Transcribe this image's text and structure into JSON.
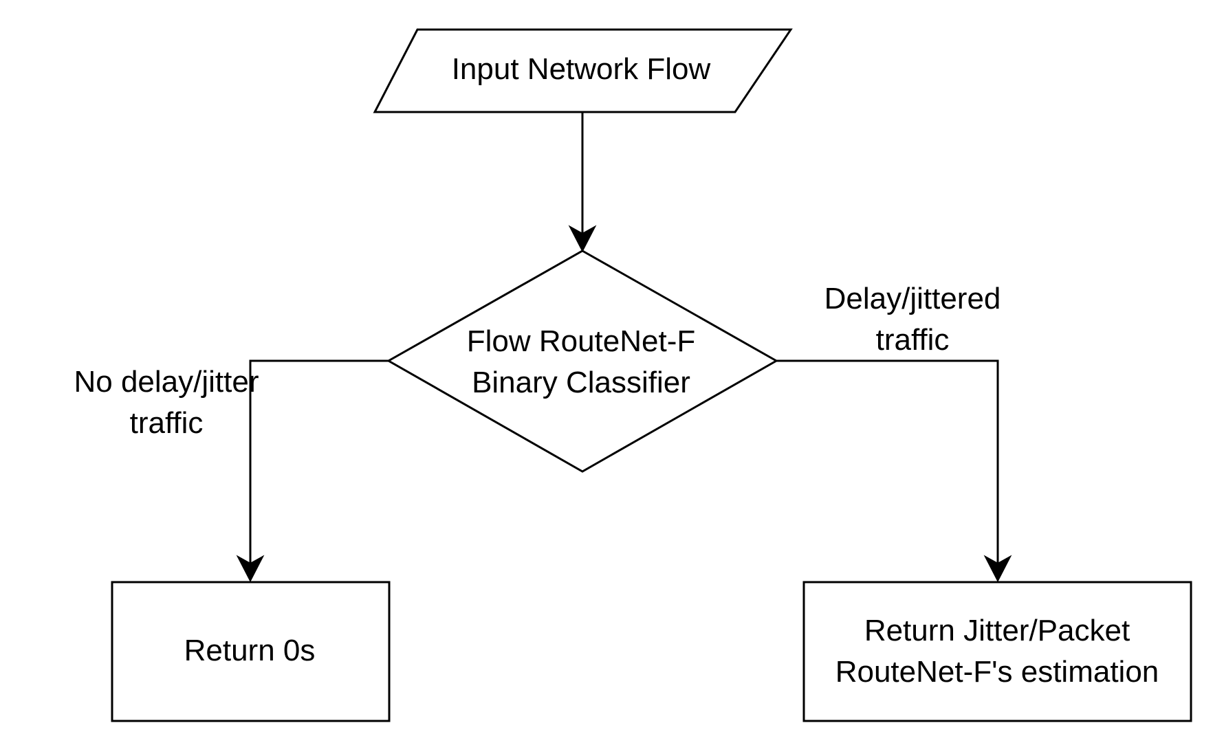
{
  "diagram": {
    "type": "flowchart",
    "nodes": {
      "input": {
        "shape": "parallelogram",
        "label": "Input Network Flow"
      },
      "classifier": {
        "shape": "diamond",
        "label_line1": "Flow RouteNet-F",
        "label_line2": "Binary Classifier"
      },
      "return_zero": {
        "shape": "rectangle",
        "label": "Return 0s"
      },
      "return_estimation": {
        "shape": "rectangle",
        "label_line1": "Return Jitter/Packet",
        "label_line2": "RouteNet-F's estimation"
      }
    },
    "edges": {
      "input_to_classifier": {
        "from": "input",
        "to": "classifier"
      },
      "classifier_to_zero": {
        "from": "classifier",
        "to": "return_zero",
        "label_line1": "No delay/jitter",
        "label_line2": "traffic"
      },
      "classifier_to_estimation": {
        "from": "classifier",
        "to": "return_estimation",
        "label_line1": "Delay/jittered",
        "label_line2": "traffic"
      }
    },
    "colors": {
      "stroke": "#000000",
      "fill": "#ffffff",
      "background": "#ffffff"
    }
  }
}
